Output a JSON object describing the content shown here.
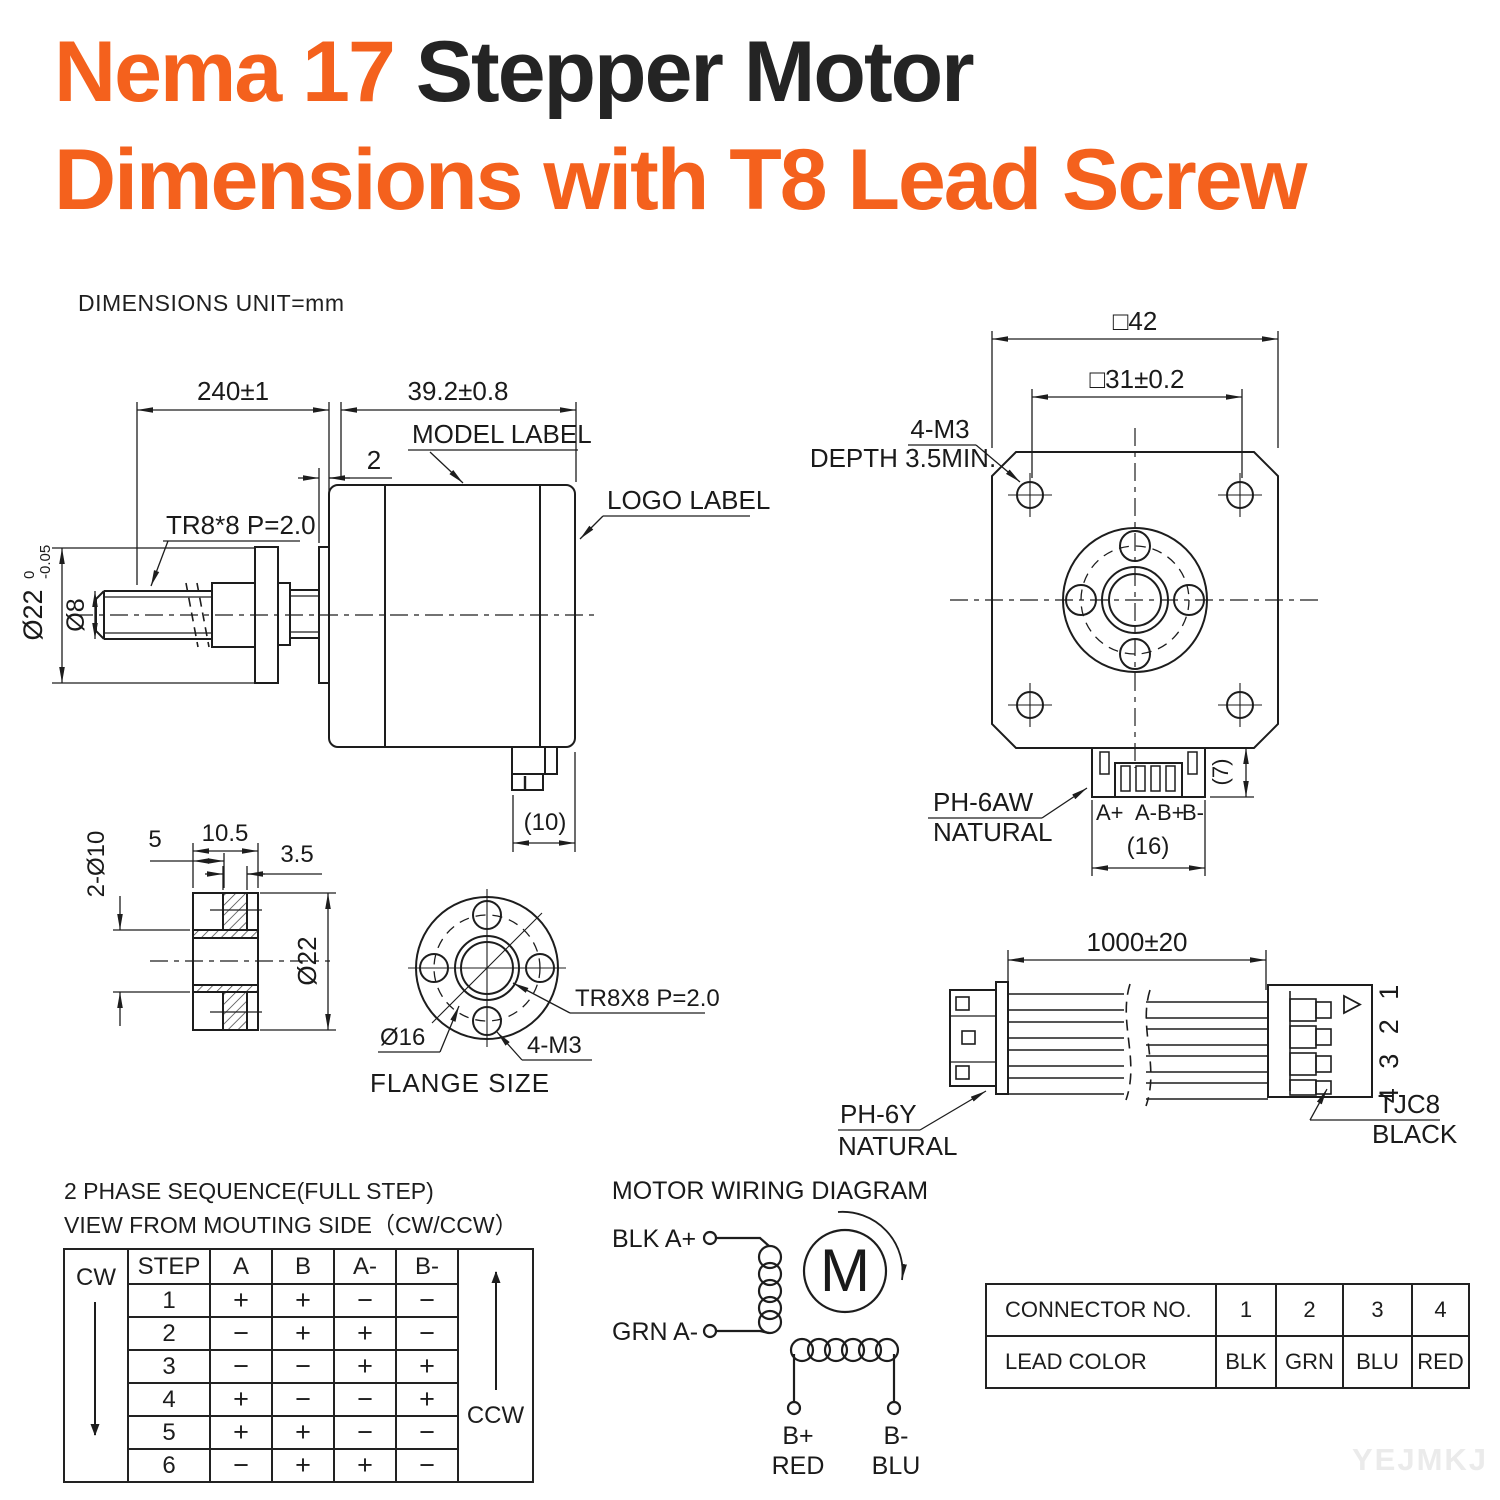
{
  "title": {
    "line1_orange": "Nema 17",
    "line1_dark": " Stepper Motor",
    "line2": "Dimensions with T8 Lead Screw"
  },
  "note": "DIMENSIONS UNIT=mm",
  "side_view": {
    "dim_screw_length": "240±1",
    "dim_body_length": "39.2±0.8",
    "dim_spacer": "2",
    "thread_label": "TR8*8 P=2.0",
    "model_label": "MODEL LABEL",
    "logo_label": "LOGO LABEL",
    "dia_screw": "Ø8",
    "dia_mount": "Ø22",
    "dia_mount_tol_upper": "0",
    "dia_mount_tol_lower": "-0.05",
    "dim_connector": "(10)"
  },
  "front_view": {
    "dim_outer": "□42",
    "dim_hole_spacing": "□31±0.2",
    "mount_note1": "4-M3",
    "mount_note2": "DEPTH 3.5MIN.",
    "connector_name": "PH-6AW",
    "connector_color": "NATURAL",
    "pin1": "A+",
    "pin2": "A-B+",
    "pin3": "B-",
    "dim_conn_width": "(16)",
    "dim_conn_height": "(7)"
  },
  "flange": {
    "dim_width": "10.5",
    "dim_hub": "5",
    "dim_boss": "3.5",
    "dim_holes": "2-Ø10",
    "dia_outer": "Ø22",
    "dia_pilot": "Ø16",
    "thread_label": "TR8X8 P=2.0",
    "holes_label": "4-M3",
    "caption": "FLANGE SIZE"
  },
  "cable": {
    "dim_length": "1000±20",
    "left_name": "PH-6Y",
    "left_color": "NATURAL",
    "right_name": "TJC8",
    "right_color": "BLACK",
    "pin_numbers": "4 3 2 1"
  },
  "phase_table": {
    "title1": "2 PHASE SEQUENCE(FULL STEP)",
    "title2": "VIEW FROM MOUTING SIDE（CW/CCW）",
    "cw": "CW",
    "ccw": "CCW",
    "headers": [
      "STEP",
      "A",
      "B",
      "A-",
      "B-"
    ],
    "rows": [
      [
        "1",
        "+",
        "+",
        "−",
        "−"
      ],
      [
        "2",
        "−",
        "+",
        "+",
        "−"
      ],
      [
        "3",
        "−",
        "−",
        "+",
        "+"
      ],
      [
        "4",
        "+",
        "−",
        "−",
        "+"
      ],
      [
        "5",
        "+",
        "+",
        "−",
        "−"
      ],
      [
        "6",
        "−",
        "+",
        "+",
        "−"
      ]
    ]
  },
  "wiring": {
    "title": "MOTOR WIRING  DIAGRAM",
    "terminal_a_plus": "BLK  A+",
    "terminal_a_minus": "GRN  A-",
    "motor_letter": "M",
    "b_plus": "B+",
    "b_minus": "B-",
    "b_plus_color": "RED",
    "b_minus_color": "BLU"
  },
  "connector_table": {
    "row1_label": "CONNECTOR NO.",
    "row1": [
      "1",
      "2",
      "3",
      "4"
    ],
    "row2_label": "LEAD COLOR",
    "row2": [
      "BLK",
      "GRN",
      "BLU",
      "RED"
    ]
  },
  "watermark": "YEJMKJ"
}
